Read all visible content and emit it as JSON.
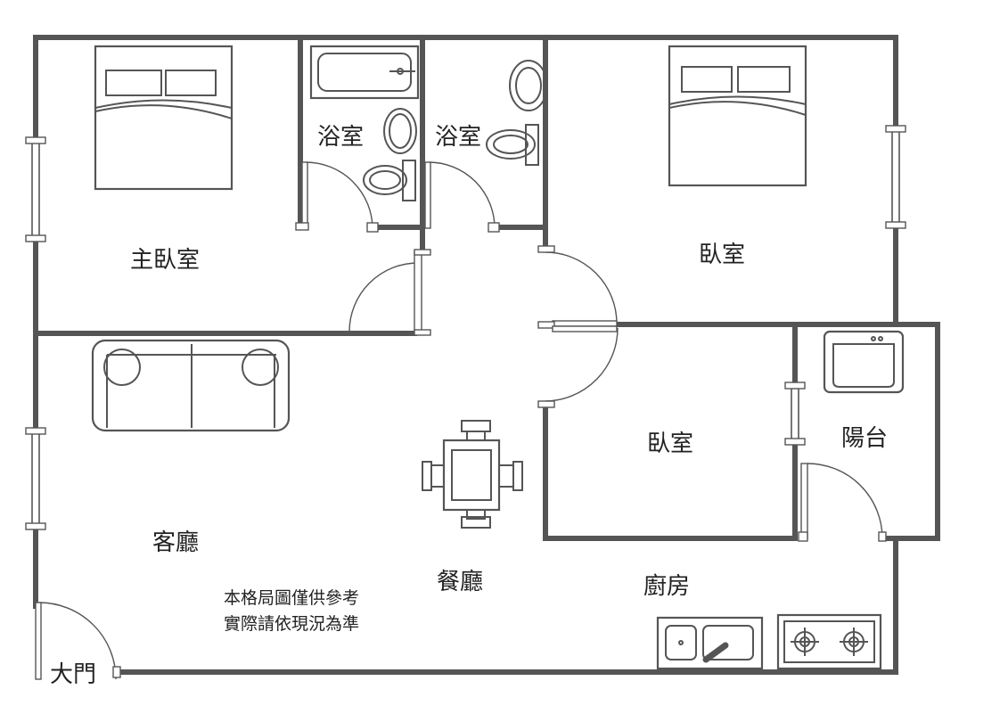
{
  "rooms": {
    "master_bedroom": "主臥室",
    "bath_left": "浴室",
    "bath_right": "浴室",
    "bedroom_top_right": "臥室",
    "bedroom_middle": "臥室",
    "balcony": "陽台",
    "living_room": "客廳",
    "dining_room": "餐廳",
    "kitchen": "廚房",
    "main_door": "大門"
  },
  "note": {
    "line1": "本格局圖僅供參考",
    "line2": "實際請依現況為準"
  },
  "colors": {
    "wall": "#555555",
    "text": "#222222",
    "background": "#ffffff"
  }
}
